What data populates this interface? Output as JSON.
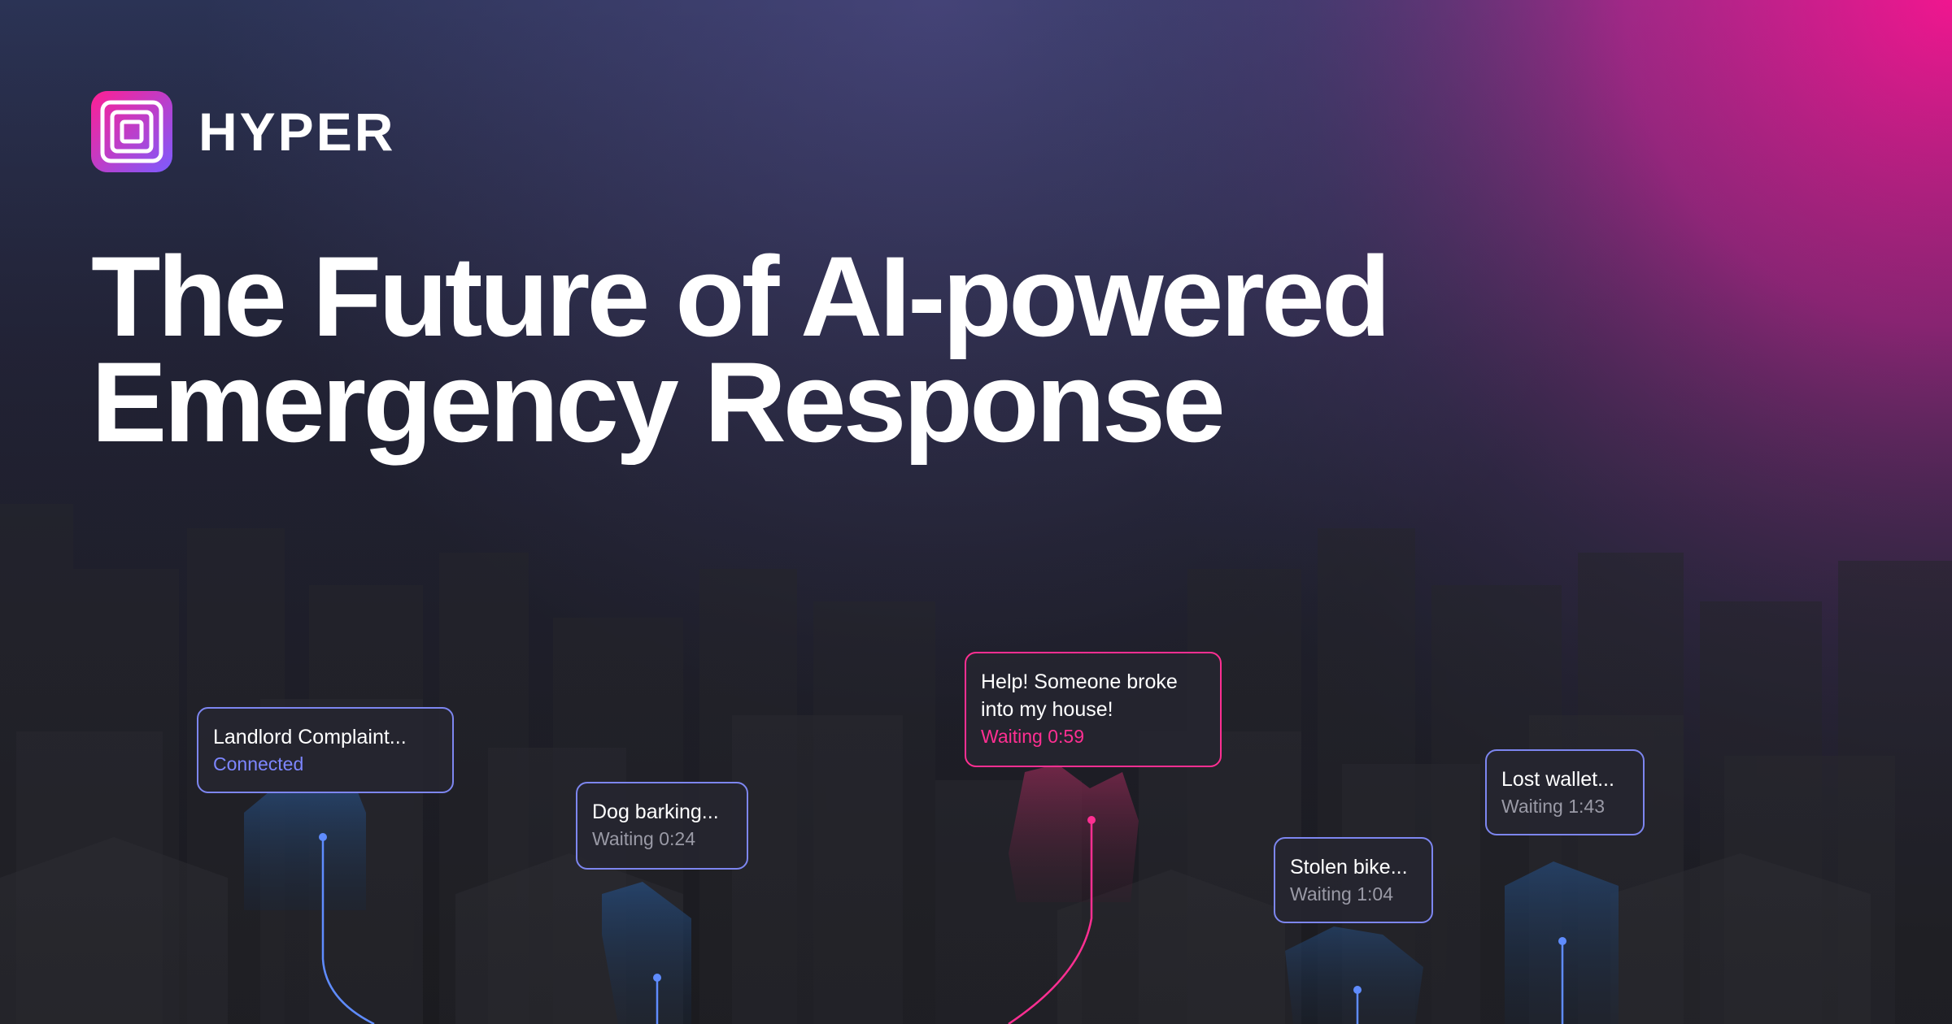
{
  "brand": {
    "name": "HYPER",
    "logo_icon": "hyper-logo-icon"
  },
  "headline": {
    "line1": "The Future of AI-powered",
    "line2": "Emergency Response"
  },
  "colors": {
    "accent_blue": "#5f8cff",
    "accent_pink": "#ff2f92",
    "card_border_blue": "#7d86f0"
  },
  "cards": [
    {
      "title": "Landlord Complaint...",
      "status": "Connected"
    },
    {
      "title": "Dog barking...",
      "status": "Waiting 0:24"
    },
    {
      "title_line1": "Help! Someone broke",
      "title_line2": "into my house!",
      "status": "Waiting 0:59"
    },
    {
      "title": "Stolen bike...",
      "status": "Waiting 1:04"
    },
    {
      "title": "Lost wallet...",
      "status": "Waiting 1:43"
    }
  ]
}
